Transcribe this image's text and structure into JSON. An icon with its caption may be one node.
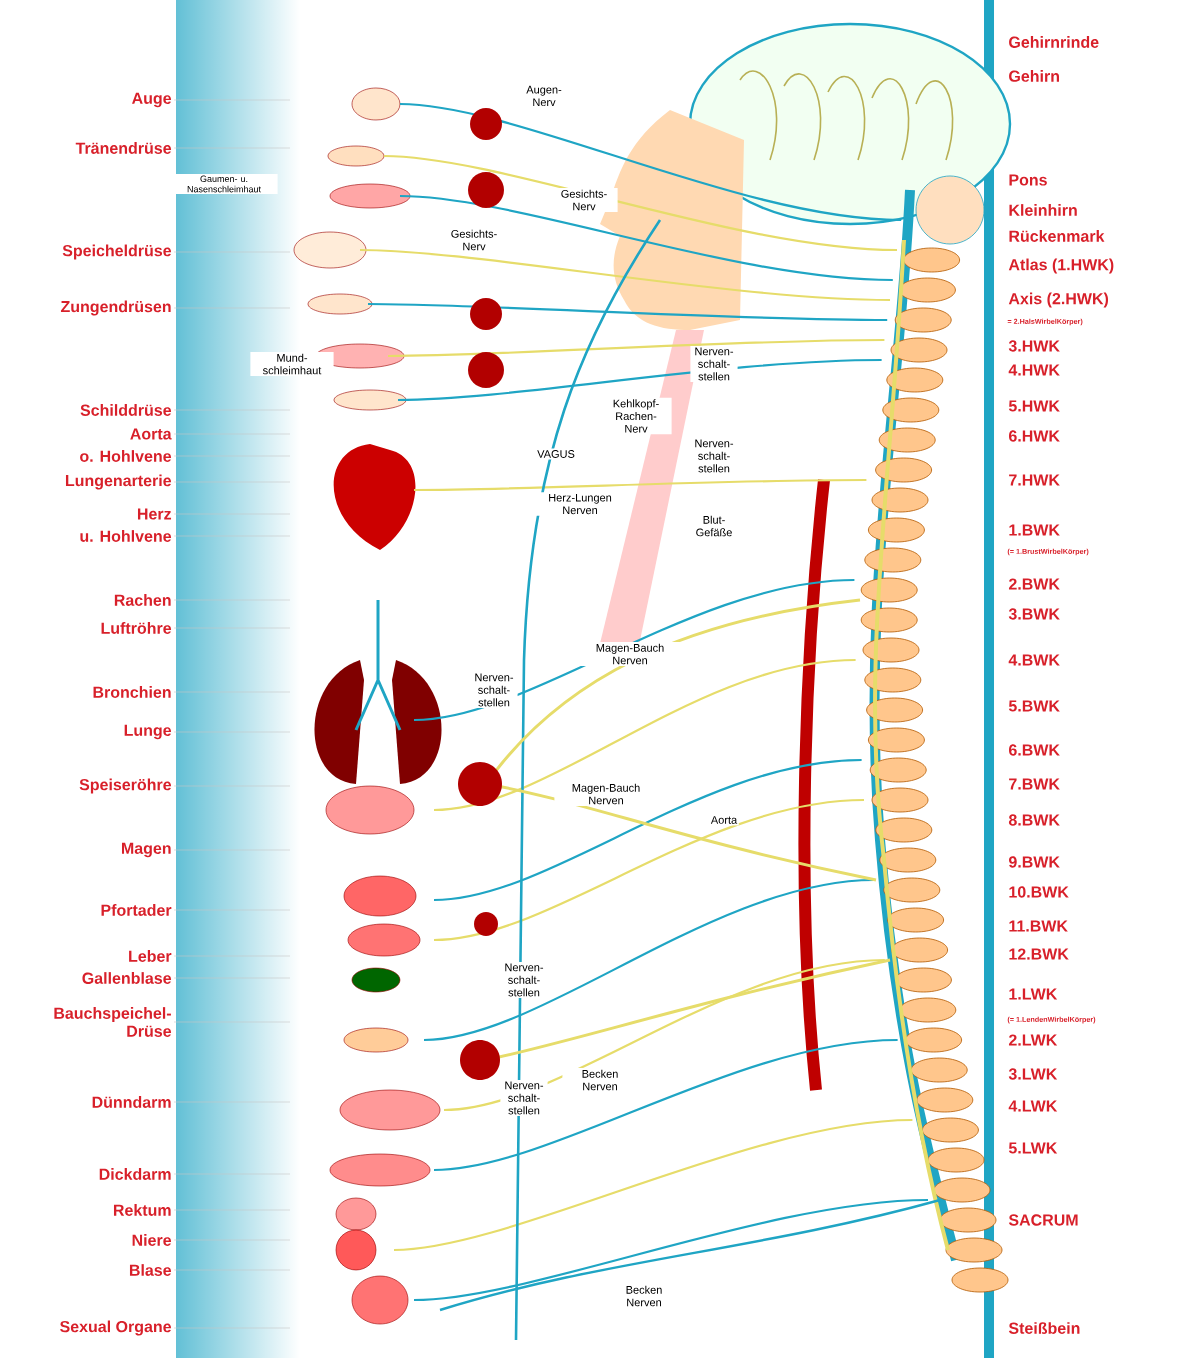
{
  "diagram": {
    "nodes": [
      {
        "text": [
          "Auge"
        ]
      },
      {
        "text": [
          "Tränendrüse"
        ]
      },
      {
        "text": [
          "Speicheldrüse"
        ]
      },
      {
        "text": [
          "Zungendrüsen"
        ]
      },
      {
        "text": [
          "Schilddrüse"
        ]
      },
      {
        "text": [
          "Aorta"
        ]
      },
      {
        "text": [
          "o. Hohlvene"
        ]
      },
      {
        "text": [
          "Lungenarterie"
        ]
      },
      {
        "text": [
          "Herz"
        ]
      },
      {
        "text": [
          "u. Hohlvene"
        ]
      },
      {
        "text": [
          "Rachen"
        ]
      },
      {
        "text": [
          "Luftröhre"
        ]
      },
      {
        "text": [
          "Bronchien"
        ]
      },
      {
        "text": [
          "Lunge"
        ]
      },
      {
        "text": [
          "Speiseröhre"
        ]
      },
      {
        "text": [
          "Magen"
        ]
      },
      {
        "text": [
          "Pfortader"
        ]
      },
      {
        "text": [
          "Leber"
        ]
      },
      {
        "text": [
          "Gallenblase"
        ]
      },
      {
        "text": [
          "Bauchspeichel- Drüse"
        ]
      },
      {
        "text": [
          "Dünndarm"
        ]
      },
      {
        "text": [
          "Dickdarm"
        ]
      },
      {
        "text": [
          "Rektum"
        ]
      },
      {
        "text": [
          "Niere"
        ]
      },
      {
        "text": [
          "Blase"
        ]
      },
      {
        "text": [
          "Sexual Organe"
        ]
      }
    ],
    "edges": [
      {
        "from": 0,
        "to": null,
        "arrow": "none"
      },
      {
        "from": 1,
        "to": null,
        "arrow": "none"
      },
      {
        "from": 2,
        "to": null,
        "arrow": "none"
      },
      {
        "from": 3,
        "to": null,
        "arrow": "none"
      },
      {
        "from": 4,
        "to": null,
        "arrow": "none"
      },
      {
        "from": 5,
        "to": null,
        "arrow": "none"
      },
      {
        "from": 6,
        "to": null,
        "arrow": "none"
      },
      {
        "from": 7,
        "to": null,
        "arrow": "none"
      },
      {
        "from": 8,
        "to": null,
        "arrow": "none"
      },
      {
        "from": 9,
        "to": null,
        "arrow": "none"
      },
      {
        "from": 10,
        "to": null,
        "arrow": "none"
      },
      {
        "from": 11,
        "to": null,
        "arrow": "none"
      },
      {
        "from": 12,
        "to": null,
        "arrow": "none"
      },
      {
        "from": 13,
        "to": null,
        "arrow": "none"
      },
      {
        "from": 14,
        "to": null,
        "arrow": "none"
      },
      {
        "from": 15,
        "to": null,
        "arrow": "none"
      },
      {
        "from": 16,
        "to": null,
        "arrow": "none"
      },
      {
        "from": 17,
        "to": null,
        "arrow": "none"
      },
      {
        "from": 18,
        "to": null,
        "arrow": "none"
      },
      {
        "from": 19,
        "to": null,
        "arrow": "none"
      },
      {
        "from": 20,
        "to": null,
        "arrow": "none"
      },
      {
        "from": 21,
        "to": null,
        "arrow": "none"
      },
      {
        "from": 22,
        "to": null,
        "arrow": "none"
      },
      {
        "from": 23,
        "to": null,
        "arrow": "none"
      },
      {
        "from": 24,
        "to": null,
        "arrow": "none"
      },
      {
        "from": 25,
        "to": null,
        "arrow": "none"
      }
    ],
    "labels": [
      "Augen- Nerv",
      "Gaumen- u. Nasenschleimhaut",
      "Gesichts- Nerv",
      "Gesichts- Nerv",
      "Mund- schleimhaut",
      "Nerven- schalt- stellen",
      "Kehlkopf- Rachen- Nerv",
      "VAGUS",
      "Nerven- schalt- stellen",
      "Herz-Lungen Nerven",
      "Blut- Gefäße",
      "Magen-Bauch Nerven",
      "Nerven- schalt- stellen",
      "Magen-Bauch Nerven",
      "Aorta",
      "Nerven- schalt- stellen",
      "Becken Nerven",
      "Nerven- schalt- stellen",
      "Becken Nerven",
      "Gehirnrinde",
      "Gehirn",
      "Pons",
      "Kleinhirn",
      "Rückenmark",
      "Atlas (1.HWK)",
      "Axis (2.HWK)",
      "= 2.HalsWirbelKörper)",
      "3.HWK",
      "4.HWK",
      "5.HWK",
      "6.HWK",
      "7.HWK",
      "1.BWK",
      "(= 1.BrustWirbelKörper)",
      "2.BWK",
      "3.BWK",
      "4.BWK",
      "5.BWK",
      "6.BWK",
      "7.BWK",
      "8.BWK",
      "9.BWK",
      "10.BWK",
      "11.BWK",
      "12.BWK",
      "1.LWK",
      "(= 1.LendenWirbelKörper)",
      "2.LWK",
      "3.LWK",
      "4.LWK",
      "5.LWK",
      "SACRUM",
      "Steißbein"
    ]
  }
}
